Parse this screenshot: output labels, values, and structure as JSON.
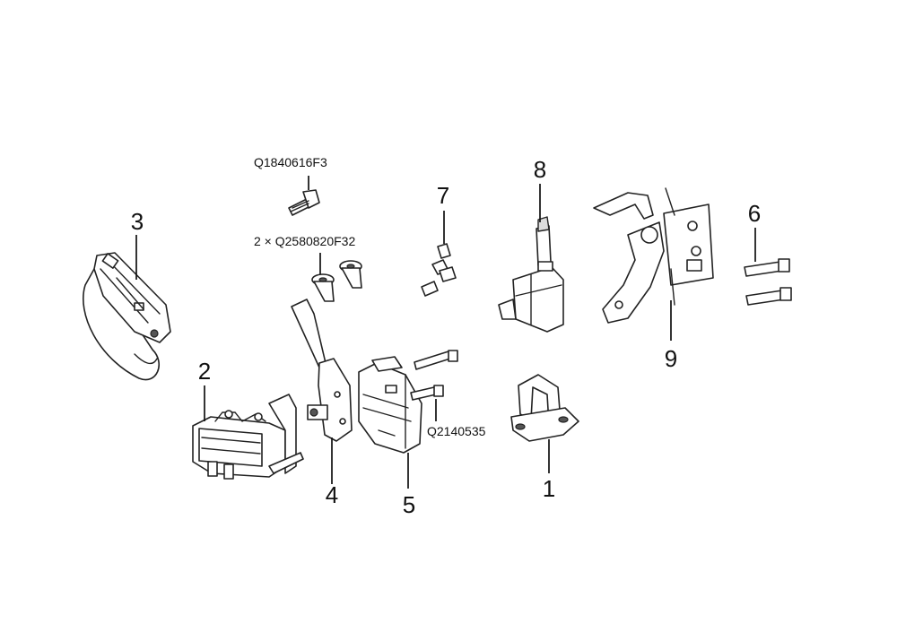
{
  "parts": [
    {
      "id": "part-1",
      "number": "1"
    },
    {
      "id": "part-2",
      "number": "2"
    },
    {
      "id": "part-3",
      "number": "3"
    },
    {
      "id": "part-4",
      "number": "4"
    },
    {
      "id": "part-5",
      "number": "5"
    },
    {
      "id": "part-6",
      "number": "6"
    },
    {
      "id": "part-7",
      "number": "7"
    },
    {
      "id": "part-8",
      "number": "8"
    },
    {
      "id": "part-9",
      "number": "9"
    }
  ],
  "hardware": {
    "screw_top": "Q1840616F3",
    "screws_pair": "2 × Q2580820F32",
    "bolt_actuator": "Q2140535"
  }
}
